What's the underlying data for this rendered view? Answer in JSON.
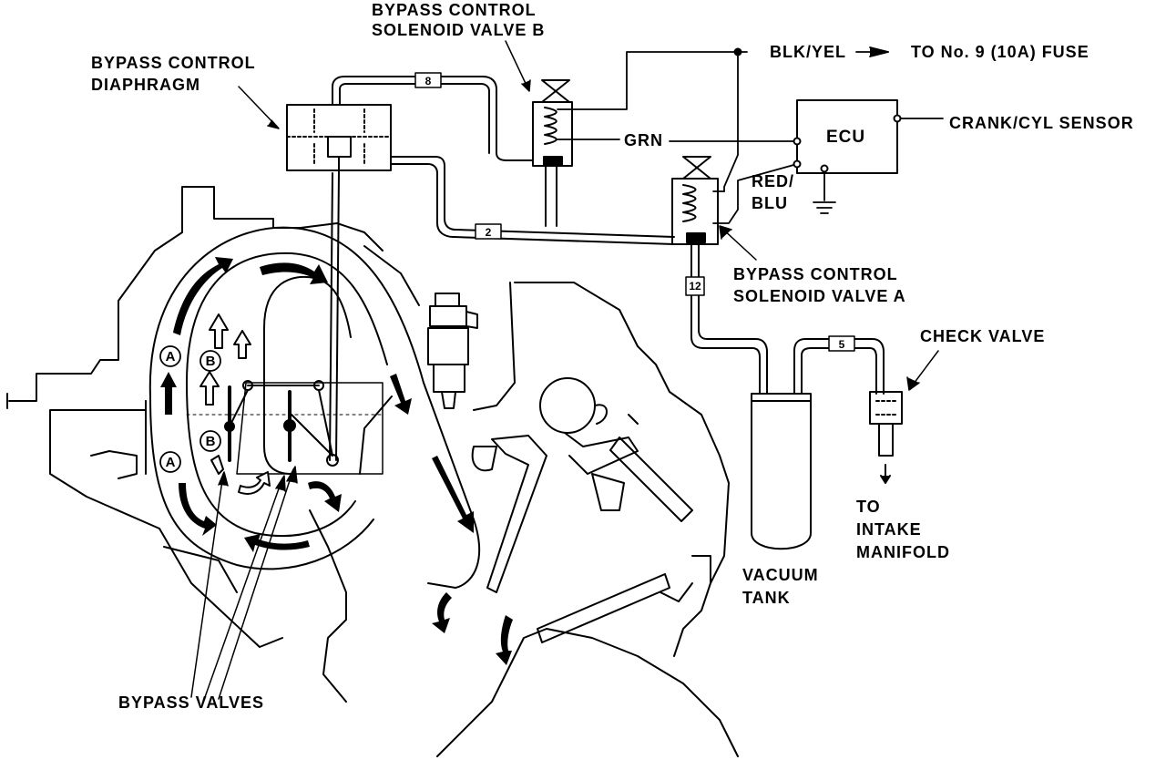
{
  "labels": {
    "solenoid_b_line1": "BYPASS CONTROL",
    "solenoid_b_line2": "SOLENOID VALVE B",
    "diaphragm_line1": "BYPASS CONTROL",
    "diaphragm_line2": "DIAPHRAGM",
    "wire_blk_yel": "BLK/YEL",
    "fuse": "TO No. 9 (10A) FUSE",
    "ecu": "ECU",
    "crank_sensor": "CRANK/CYL SENSOR",
    "wire_grn": "GRN",
    "wire_red_blu_1": "RED/",
    "wire_red_blu_2": "BLU",
    "solenoid_a_line1": "BYPASS CONTROL",
    "solenoid_a_line2": "SOLENOID VALVE A",
    "check_valve": "CHECK VALVE",
    "intake_line1": "TO",
    "intake_line2": "INTAKE",
    "intake_line3": "MANIFOLD",
    "vacuum_line1": "VACUUM",
    "vacuum_line2": "TANK",
    "bypass_valves": "BYPASS VALVES"
  },
  "hose_numbers": {
    "h8": "8",
    "h2": "2",
    "h12": "12",
    "h5": "5"
  },
  "passage_markers": {
    "a_upper": "A",
    "b_upper": "B",
    "b_lower": "B",
    "a_lower": "A"
  }
}
